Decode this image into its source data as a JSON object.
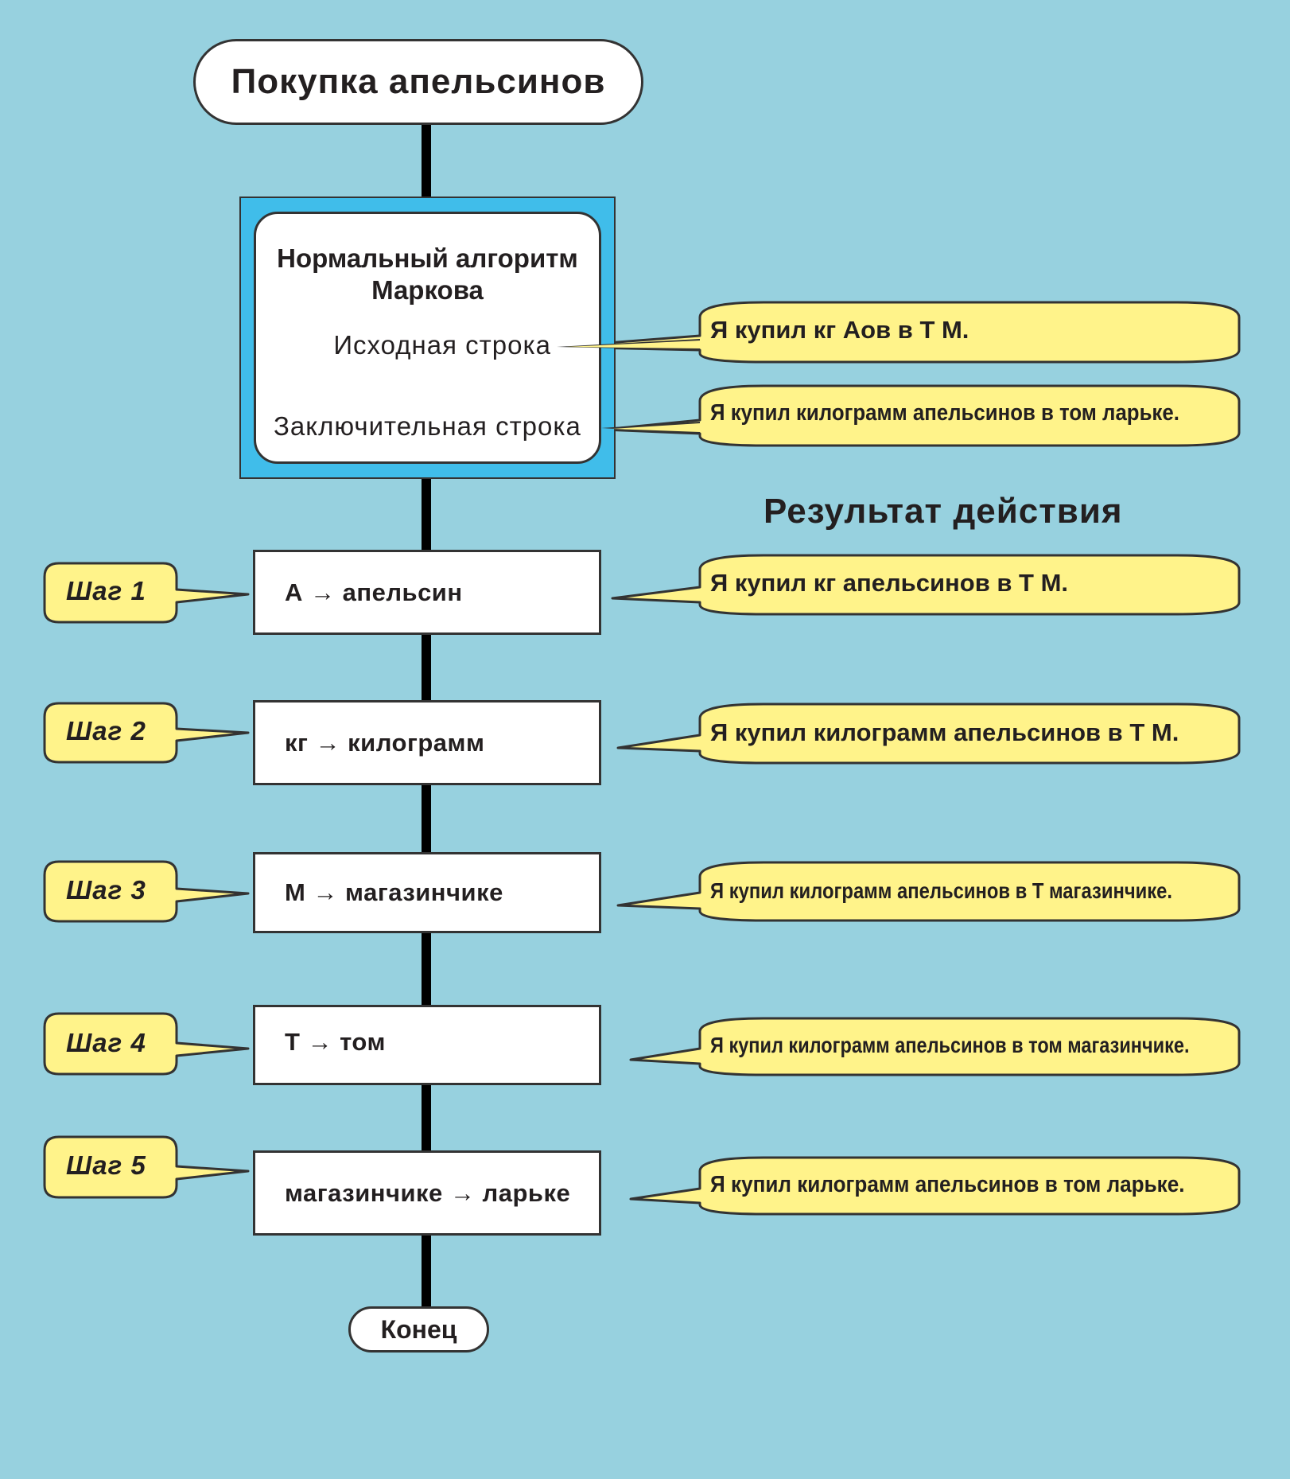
{
  "title": "Покупка апельсинов",
  "markov": {
    "title_line1": "Нормальный алгоритм",
    "title_line2": "Маркова",
    "source_label": "Исходная строка",
    "final_label": "Заключительная строка",
    "source_value": "Я купил кг Аов в Т М.",
    "final_value": "Я купил килограмм апельсинов в том ларьке."
  },
  "result_heading": "Результат действия",
  "steps": [
    {
      "label": "Шаг 1",
      "rule": "А → апельсин",
      "result": "Я купил кг апельсинов в Т М."
    },
    {
      "label": "Шаг 2",
      "rule": "кг → килограмм",
      "result": "Я купил килограмм апельсинов в Т М."
    },
    {
      "label": "Шаг 3",
      "rule": "М → магазинчике",
      "result": "Я купил килограмм апельсинов в Т магазинчике."
    },
    {
      "label": "Шаг 4",
      "rule": "Т → том",
      "result": "Я купил килограмм апельсинов в том магазинчике."
    },
    {
      "label": "Шаг 5",
      "rule": "магазинчике → ларьке",
      "result": "Я купил килограмм апельсинов в том ларьке."
    }
  ],
  "end_label": "Конец",
  "colors": {
    "background": "#97d1df",
    "callout": "#fff38a",
    "markov_frame": "#40bdea",
    "connector": "#000000",
    "box": "#ffffff"
  }
}
